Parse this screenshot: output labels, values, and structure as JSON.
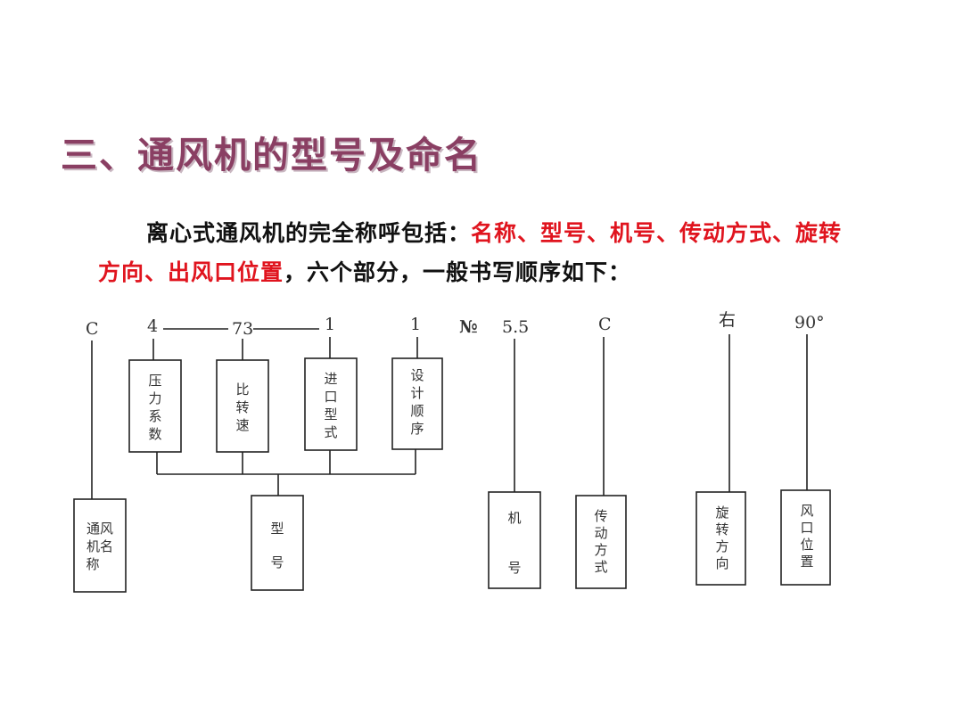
{
  "title": "三、通风机的型号及命名",
  "intro": {
    "lead": "离心式通风机的完全称呼包括：",
    "highlight": "名称、型号、机号、传动方式、旋转方向、出风口位置",
    "tail": "，六个部分，一般书写顺序如下："
  },
  "diagram": {
    "codes": {
      "c_name": "C",
      "pressure": "4",
      "speed": "73",
      "inlet": "1",
      "design": "1",
      "number_sign": "№",
      "number": "5.5",
      "drive": "C",
      "rotation": "右",
      "angle": "90°"
    },
    "upper_boxes": {
      "pressure": [
        "压",
        "力",
        "系",
        "数"
      ],
      "speed": [
        "比",
        "转",
        "速"
      ],
      "inlet": [
        "进",
        "口",
        "型",
        "式"
      ],
      "design": [
        "设",
        "计",
        "顺",
        "序"
      ]
    },
    "lower_boxes": {
      "name": [
        "通风",
        "机名",
        "称"
      ],
      "model": [
        "型",
        "号"
      ],
      "machine_no": [
        "机",
        "号"
      ],
      "drive": [
        "传",
        "动",
        "方",
        "式"
      ],
      "rotation": [
        "旋",
        "转",
        "方",
        "向"
      ],
      "outlet": [
        "风",
        "口",
        "位",
        "置"
      ]
    }
  }
}
